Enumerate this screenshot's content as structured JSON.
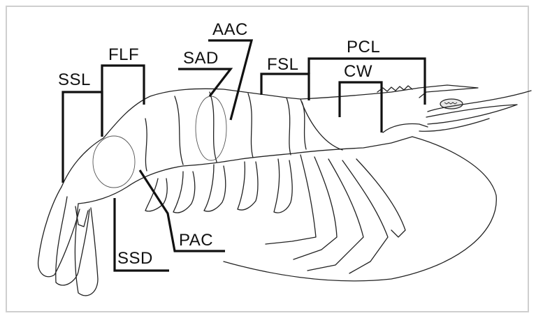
{
  "figure": {
    "labels": {
      "ssl": "SSL",
      "flf": "FLF",
      "sad": "SAD",
      "aac": "AAC",
      "fsl": "FSL",
      "pcl": "PCL",
      "cw": "CW",
      "pac": "PAC",
      "ssd": "SSD"
    }
  }
}
